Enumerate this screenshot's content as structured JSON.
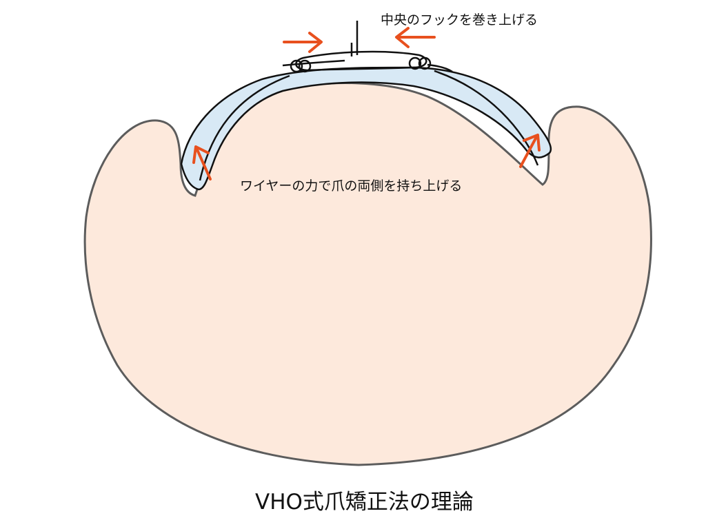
{
  "labels": {
    "hook": "中央のフックを巻き上げる",
    "wire": "ワイヤーの力で爪の両側を持ち上げる",
    "caption": "VHO式爪矯正法の理論"
  },
  "colors": {
    "toe": "#fde9dc",
    "toe_outline": "#5c5c5c",
    "nail": "#d8e9f5",
    "wire": "#111111",
    "arrow": "#e8501e",
    "text": "#111111"
  }
}
